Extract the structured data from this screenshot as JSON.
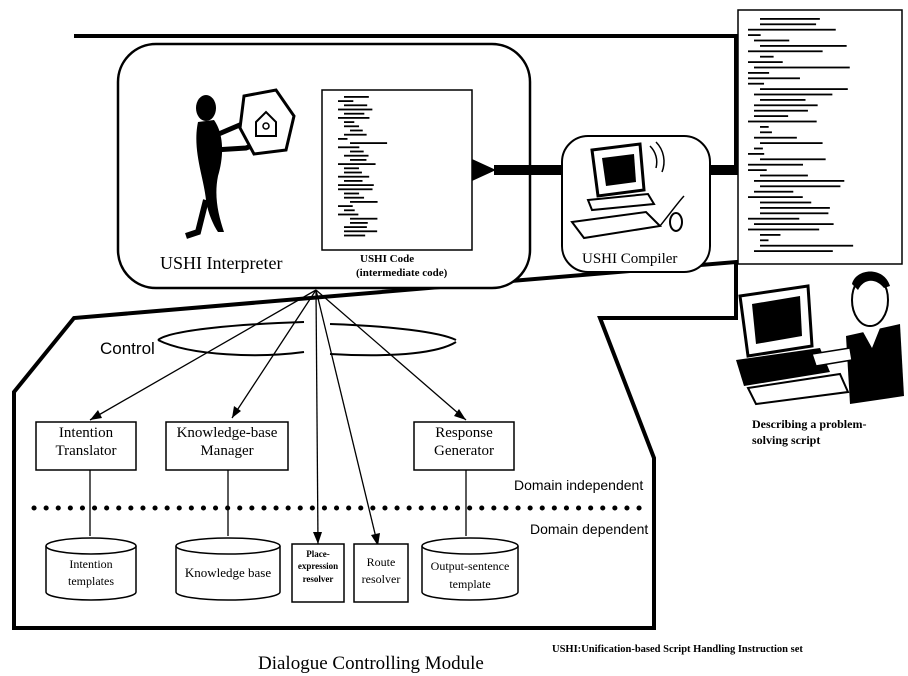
{
  "interpreter": {
    "label": "USHI Interpreter",
    "code_title": "USHI Code",
    "code_subtitle": "(intermediate code)"
  },
  "compiler": {
    "label": "USHI Compiler"
  },
  "script_author": {
    "caption_line1": "Describing a problem-",
    "caption_line2": "solving script"
  },
  "control_label": "Control",
  "modules": [
    {
      "line1": "Intention",
      "line2": "Translator"
    },
    {
      "line1": "Knowledge-base",
      "line2": "Manager"
    },
    {
      "line1": "Response",
      "line2": "Generator"
    }
  ],
  "resources": [
    {
      "line1": "Intention",
      "line2": "templates"
    },
    {
      "line1": "Knowledge base",
      "line2": ""
    },
    {
      "line1": "Place-",
      "line2": "expression",
      "line3": "resolver"
    },
    {
      "line1": "Route",
      "line2": "resolver"
    },
    {
      "line1": "Output-sentence",
      "line2": "template"
    }
  ],
  "domain_independent": "Domain independent",
  "domain_dependent": "Domain dependent",
  "footnote": "USHI:Unification-based Script Handling Instruction set",
  "caption": "Dialogue Controlling Module"
}
